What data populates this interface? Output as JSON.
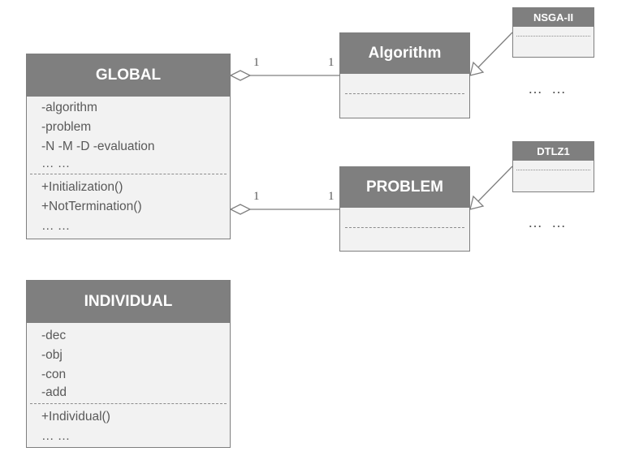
{
  "global": {
    "title": "GLOBAL",
    "attributes": [
      "-algorithm",
      "-problem",
      "-N  -M  -D  -evaluation",
      "… …"
    ],
    "methods": [
      "+Initialization()",
      "+NotTermination()",
      "… …"
    ]
  },
  "individual": {
    "title": "INDIVIDUAL",
    "attributes": [
      "-dec",
      "-obj",
      "-con",
      "-add"
    ],
    "methods": [
      "+Individual()",
      "… …"
    ]
  },
  "algorithm": {
    "title": "Algorithm"
  },
  "problem": {
    "title": "PROBLEM"
  },
  "nsga": {
    "title": "NSGA-II"
  },
  "dtlz": {
    "title": "DTLZ1"
  },
  "multiplicity": {
    "global_algorithm_left": "1",
    "global_algorithm_right": "1",
    "global_problem_left": "1",
    "global_problem_right": "1"
  },
  "more_algorithms": "… …",
  "more_problems": "… …",
  "colors": {
    "header": "#7f7f7f",
    "body": "#f2f2f2",
    "border": "#7f7f7f",
    "text": "#595959"
  }
}
